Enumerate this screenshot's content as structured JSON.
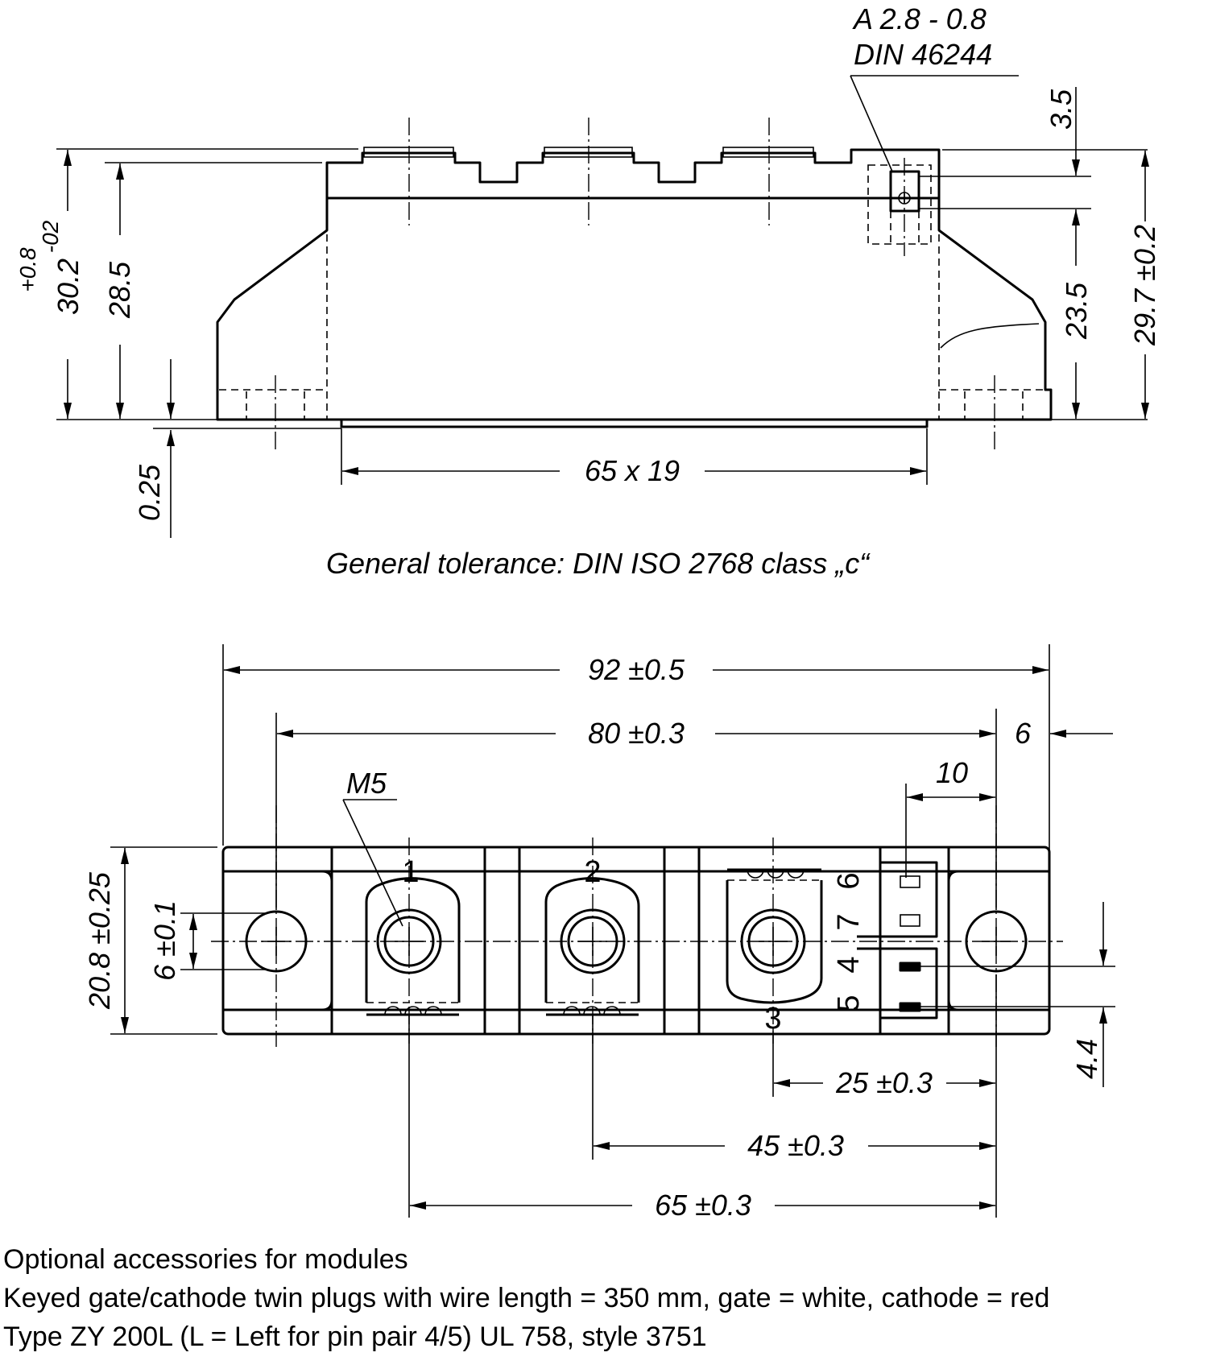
{
  "side_view": {
    "terminal_tab": [
      "A 2.8 - 0.8",
      "DIN 46244"
    ],
    "dim_height_total": "30.2",
    "dim_tol_upper": "+0.8",
    "dim_tol_lower": "-02",
    "dim_height_body": "28.5",
    "dim_baseplate_gap": "0.25",
    "dim_baseplate": "65 x 19",
    "dim_tab_3_5": "3.5",
    "dim_tab_23_5": "23.5",
    "dim_height_right": "29.7 ±0.2"
  },
  "tolerance_note": "General tolerance: DIN ISO 2768 class „c“",
  "top_view": {
    "dim_length": "92 ±0.5",
    "dim_holes": "80 ±0.3",
    "dim_edge": "6",
    "dim_pin_spacing": "10",
    "thread_label": "M5",
    "dim_width": "20.8 ±0.25",
    "dim_center": "6 ±0.1",
    "dim_pin_offset": "4.4",
    "dim_25": "25 ±0.3",
    "dim_45": "45 ±0.3",
    "dim_65": "65 ±0.3",
    "terminals": [
      "1",
      "2",
      "3"
    ],
    "pins": [
      "6",
      "7",
      "4",
      "5"
    ]
  },
  "notes": [
    "Optional accessories for modules",
    "Keyed gate/cathode twin plugs with wire length = 350 mm, gate = white, cathode = red",
    "Type ZY 200L  (L = Left for pin pair 4/5)  UL 758, style 3751"
  ]
}
